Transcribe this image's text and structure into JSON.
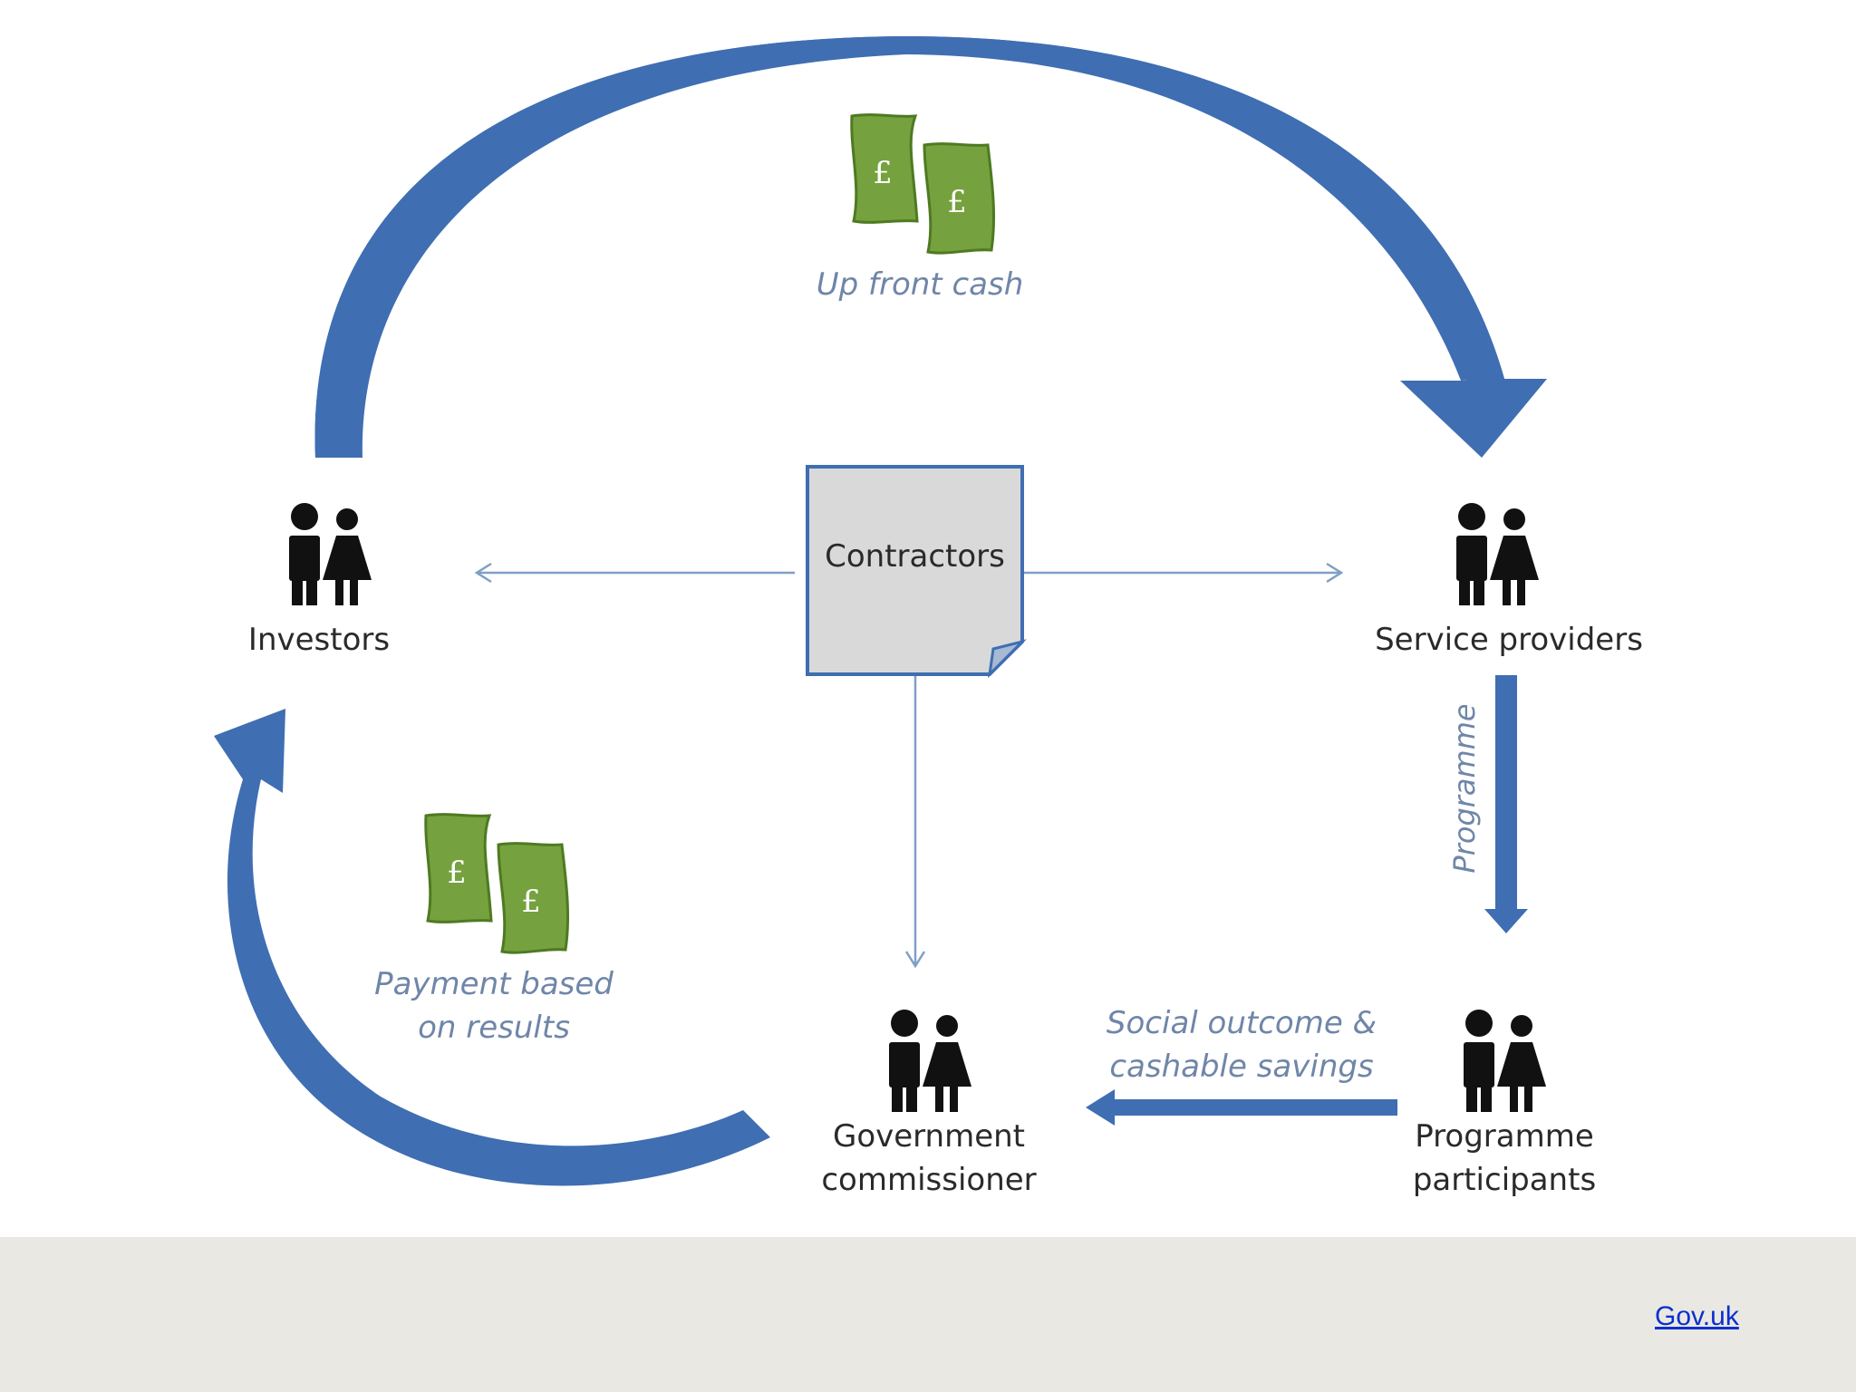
{
  "nodes": {
    "investors": "Investors",
    "service_providers": "Service providers",
    "contractors": "Contractors",
    "government_commissioner": [
      "Government",
      "commissioner"
    ],
    "programme_participants": [
      "Programme",
      "participants"
    ]
  },
  "flows": {
    "upfront_cash": "Up front cash",
    "payment_based_on_results": [
      "Payment based",
      "on results"
    ],
    "programme": "Programme",
    "social_outcome": [
      "Social outcome &",
      "cashable savings"
    ]
  },
  "cash_symbol": "£",
  "source": {
    "link_text": "Gov.uk"
  },
  "colors": {
    "arrow_blue": "#3f6eb2",
    "thin_arrow": "#7f9fc6",
    "cash_green": "#76a13f",
    "cash_green_dark": "#4e7a22",
    "flow_label": "#6f86a8",
    "contract_fill": "#d9d9d9",
    "contract_border": "#3f6eb2",
    "footer_bg": "#e9e8e2",
    "link": "#0b2fd0"
  },
  "icons": {
    "people": "people-icon",
    "cash": "pound-banknote-icon",
    "document": "document-icon"
  }
}
